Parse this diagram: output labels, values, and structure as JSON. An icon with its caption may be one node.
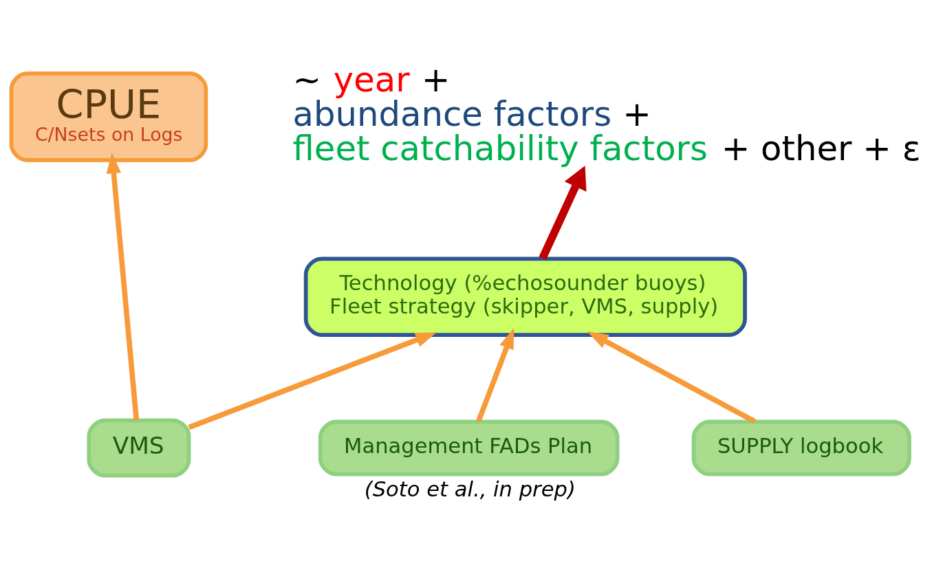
{
  "diagram": {
    "caption": "(Soto et al., in prep)",
    "nodes": [
      {
        "text": [
          "CPUE",
          "C/Nsets on Logs"
        ]
      },
      {
        "text": [
          "~",
          "year",
          "+",
          "abundance factors",
          "+",
          "fleet catchability factors",
          "+ other + ε"
        ]
      },
      {
        "text": [
          "Technology (%echosounder buoys)",
          "Fleet strategy (skipper, VMS, supply)"
        ]
      },
      {
        "text": [
          "Management FADs Plan"
        ]
      },
      {
        "text": [
          "SUPPLY logbook"
        ]
      },
      {
        "text": [
          "VMS"
        ]
      }
    ],
    "edges": [
      {
        "from": 5,
        "to": 0,
        "arrow": "to"
      },
      {
        "from": 2,
        "to": 1,
        "arrow": "to",
        "color": "#c00000"
      },
      {
        "from": 5,
        "to": 2,
        "arrow": "to"
      },
      {
        "from": 3,
        "to": 2,
        "arrow": "to"
      },
      {
        "from": 4,
        "to": 2,
        "arrow": "to"
      }
    ]
  }
}
